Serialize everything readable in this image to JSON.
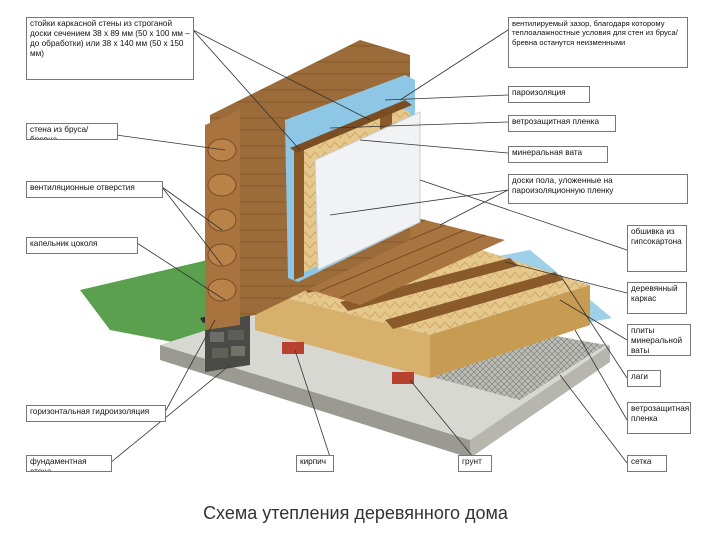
{
  "caption": "Схема утепления деревянного дома",
  "labels": {
    "studs": "стойки каркасной стены из строганой доски сечением 38 х 89 мм (50 х 100 мм – до обработки) или 38 х 140 мм (50 х 150 мм)",
    "log_wall": "стена из бруса/бревна",
    "vent_holes": "вентиляционные отверстия",
    "plinth_drip": "капельник цоколя",
    "horizontal_waterproofing": "горизонтальная гидроизоляция",
    "foundation_wall": "фундаментная стена",
    "brick": "кирпич",
    "soil": "грунт",
    "vent_gap": "вентилируемый зазор, благодаря которому теплоалажностные условия для стен из бруса/бревна останутся неизменными",
    "vapor_barrier": "пароизоляция",
    "wind_film_top": "ветрозащитная пленка",
    "mineral_wool": "минеральная вата",
    "floor_boards": "доски пола, уложенные на пароизоляционную пленку",
    "drywall": "обшивка из гипсокартона",
    "wood_frame": "деревянный каркас",
    "wool_plates": "плиты минеральной ваты",
    "joists": "лаги",
    "wind_film_bottom": "ветрозащитная пленка",
    "mesh": "сетка"
  }
}
